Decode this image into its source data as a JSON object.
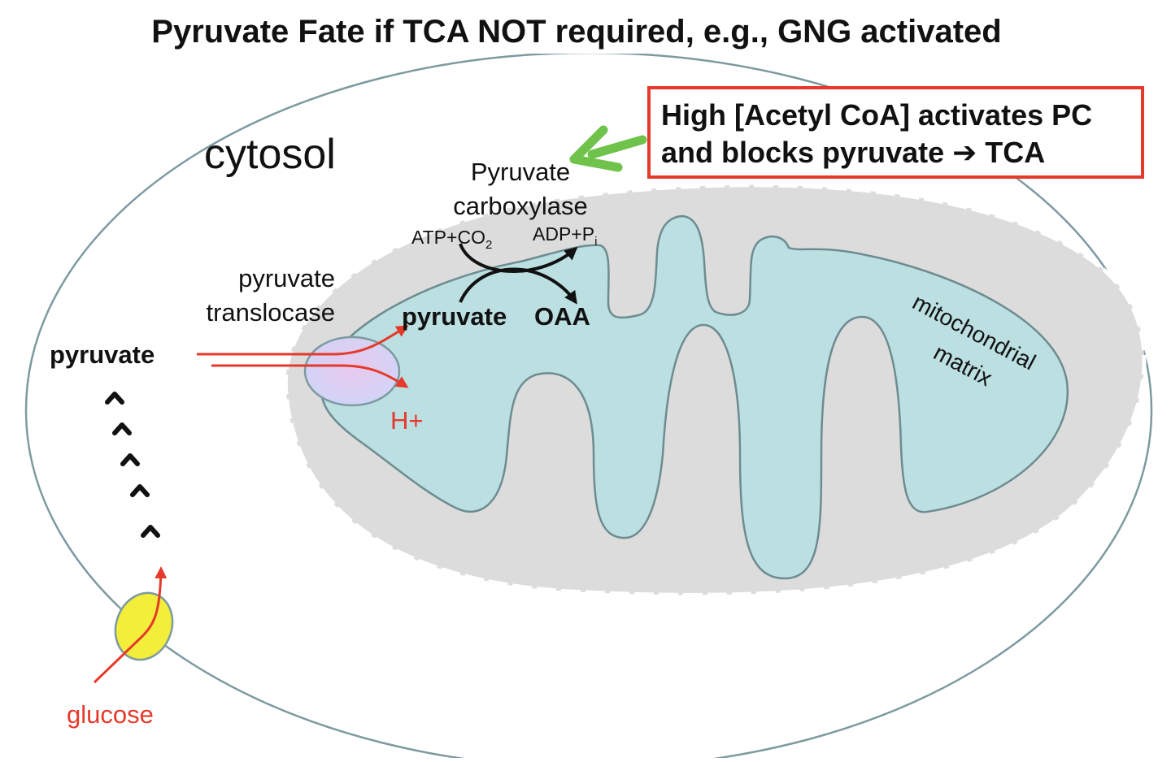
{
  "title": "Pyruvate Fate if TCA NOT required, e.g., GNG activated",
  "labels": {
    "cytosol": "cytosol",
    "enzyme_line1": "Pyruvate",
    "enzyme_line2": "carboxylase",
    "atp_co2_main": "ATP+CO",
    "atp_co2_sub": "2",
    "adp_pi_main": "ADP+P",
    "adp_pi_sub": "i",
    "translocase_line1": "pyruvate",
    "translocase_line2": "translocase",
    "pyruvate_cytosol": "pyruvate",
    "pyruvate_matrix": "pyruvate",
    "oaa": "OAA",
    "h_plus": "H+",
    "matrix_line1": "mitochondrial",
    "matrix_line2": "matrix",
    "glucose": "glucose"
  },
  "callout": {
    "line1": "High [Acetyl CoA] activates PC",
    "line2": "and blocks pyruvate ➔ TCA"
  },
  "colors": {
    "red": "#e53a2b",
    "green": "#6fc24a",
    "matrix_fill": "#bcdfe2",
    "membrane_gray": "#dcdcdc",
    "cell_outline": "#7d9aa0",
    "translocase_fill": "#d9d2f4",
    "glut_fill": "#f2ee3a"
  }
}
